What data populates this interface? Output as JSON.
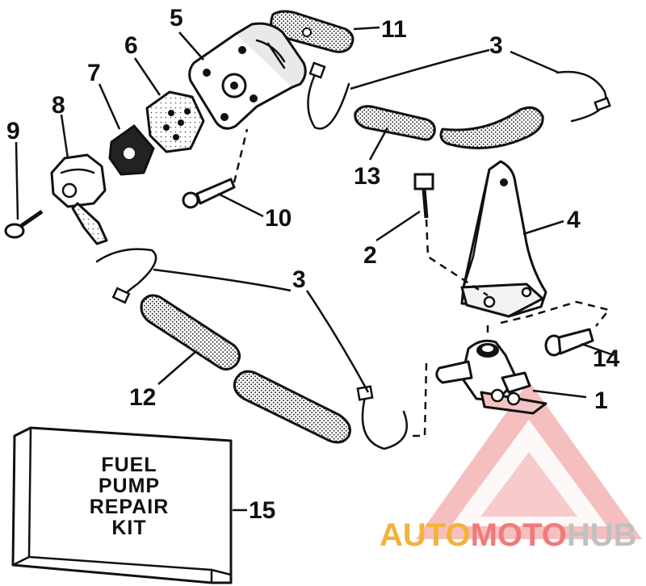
{
  "diagram": {
    "kit_label_lines": [
      "FUEL",
      "PUMP",
      "REPAIR",
      "KIT"
    ],
    "watermark": {
      "part1": "AUTO",
      "part2": "MOTO",
      "part3": "HUB"
    },
    "callouts": {
      "c1": "1",
      "c2": "2",
      "c3a": "3",
      "c3b": "3",
      "c4": "4",
      "c5": "5",
      "c6": "6",
      "c7": "7",
      "c8": "8",
      "c9": "9",
      "c10": "10",
      "c11": "11",
      "c12": "12",
      "c13": "13",
      "c14": "14",
      "c15": "15"
    },
    "colors": {
      "ink": "#111111",
      "watermark_red": "#e8a0a0",
      "watermark_orange": "#f3b23a",
      "watermark_gray": "#c8c8c8"
    }
  }
}
